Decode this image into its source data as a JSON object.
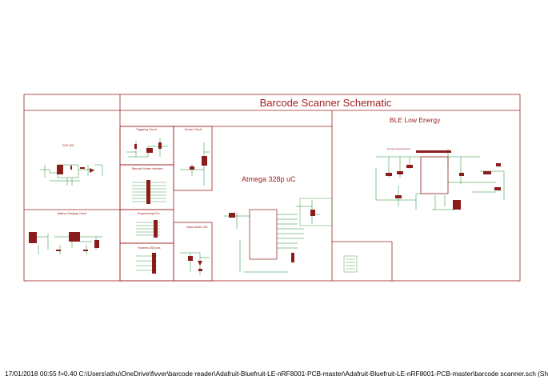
{
  "sheet": {
    "title": "Barcode Scanner Schematic",
    "colors": {
      "frame": "#a11f1f",
      "wire": "#1f8a2a",
      "part": "#8a1c1c",
      "text": "#a11f1f"
    }
  },
  "sections": {
    "usb_led": "DUE LED",
    "triggering": "Triggering Circuit",
    "buzzer": "Buzzer Circuit",
    "barcode_iface": "Barcode Sensor Interface",
    "battery_charging": "Battery Charging Circuit",
    "programming": "Programming Port",
    "status_led": "Status Mode LED",
    "power_usb": "Powered USB pins",
    "mcu": "Atmega 328p uC",
    "ble": "BLE Low Energy"
  },
  "ble_labels": {
    "supply": "Energy Supply Filtering"
  },
  "footer": {
    "text": "17/01/2018 00:55  f=0.40  C:\\Users\\athu\\OneDrive\\fivver\\barcode reader\\Adafruit-Bluefruit-LE-nRF8001-PCB-master\\Adafruit-Bluefruit-LE-nRF8001-PCB-master\\barcode scanner.sch (Sh"
  }
}
